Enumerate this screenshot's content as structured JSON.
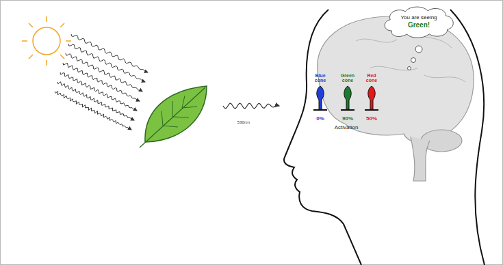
{
  "diagram": {
    "nodes": [
      {
        "text": [
          "You are seeing",
          "Green!"
        ]
      }
    ],
    "labels": [
      "530nm",
      "Blue cone",
      "Green cone",
      "Red cone",
      "0%",
      "90%",
      "50%",
      "Activation"
    ]
  }
}
